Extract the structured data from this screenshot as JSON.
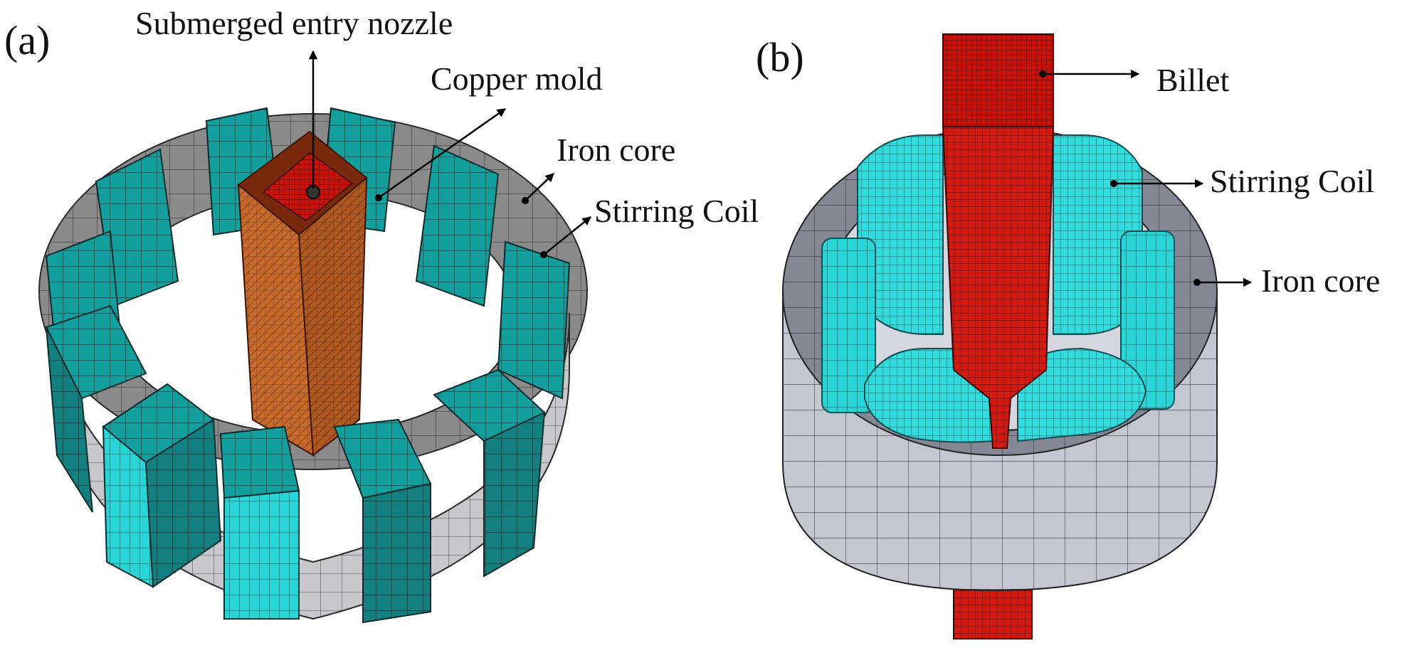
{
  "figure": {
    "panel_a": {
      "tag": "(a)",
      "labels": {
        "nozzle": "Submerged entry nozzle",
        "mold": "Copper mold",
        "core": "Iron core",
        "coil": "Stirring Coil"
      }
    },
    "panel_b": {
      "tag": "(b)",
      "labels": {
        "billet": "Billet",
        "coil": "Stirring Coil",
        "core": "Iron core"
      }
    }
  },
  "colors": {
    "coil_teal": "#14a3a3",
    "coil_cyan": "#22d9dc",
    "core_gray": "#8a8a8a",
    "core_light": "#c8c8cc",
    "mold_copper": "#c86a2c",
    "billet_red": "#d81a10",
    "mesh_line": "#1c1c1c"
  }
}
